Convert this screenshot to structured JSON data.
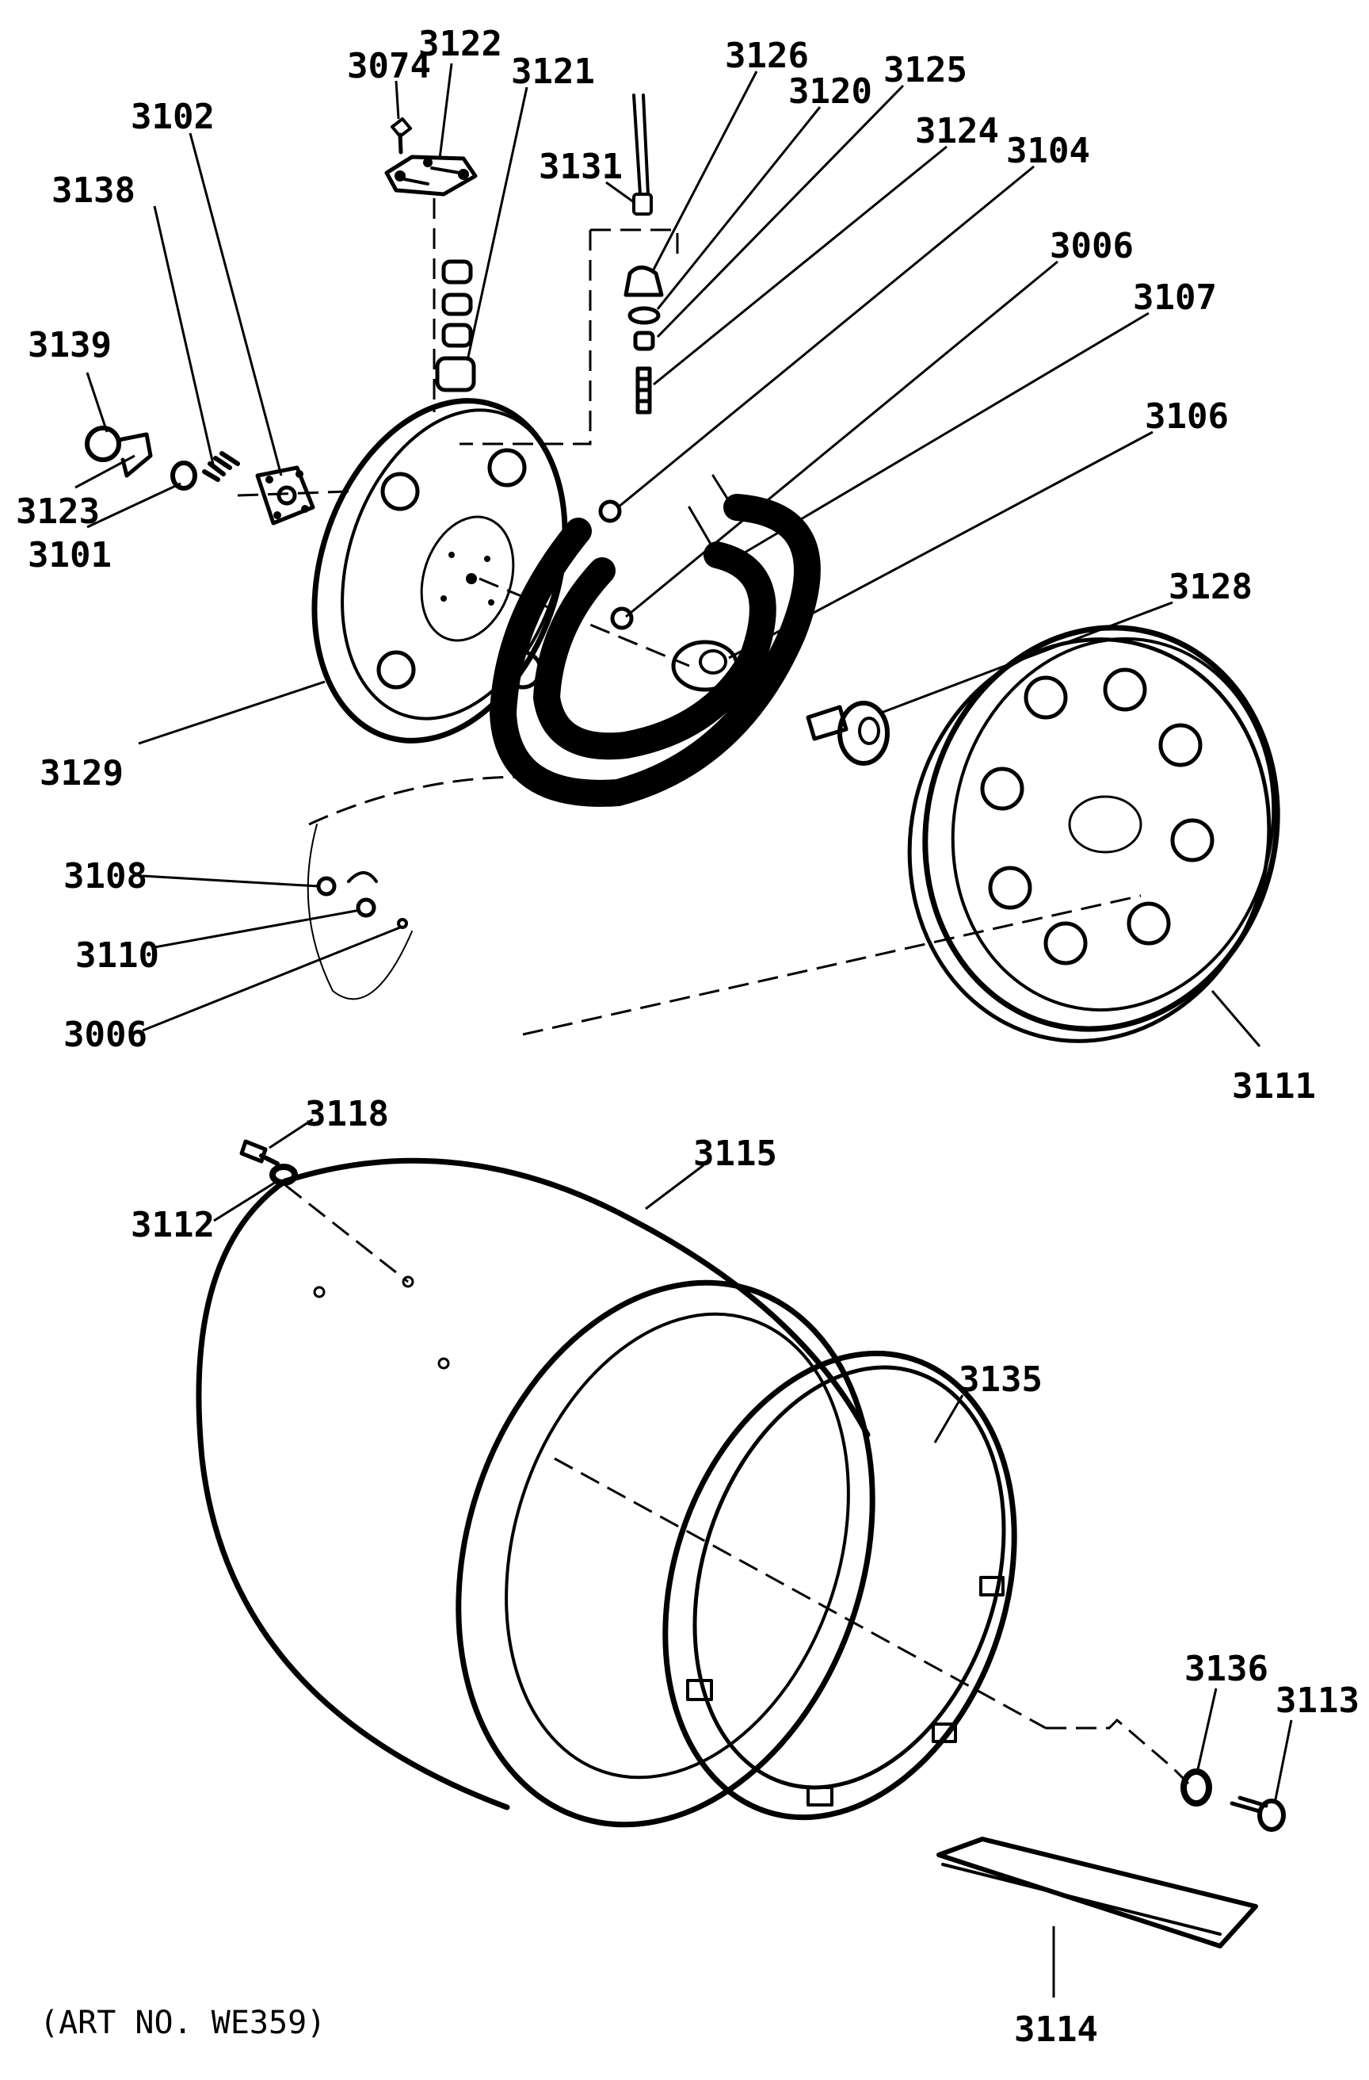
{
  "caption": "(ART NO. WE359)",
  "callouts": [
    {
      "id": "3074",
      "text": "3074"
    },
    {
      "id": "3122",
      "text": "3122"
    },
    {
      "id": "3121",
      "text": "3121"
    },
    {
      "id": "3126",
      "text": "3126"
    },
    {
      "id": "3120",
      "text": "3120"
    },
    {
      "id": "3125",
      "text": "3125"
    },
    {
      "id": "3102",
      "text": "3102"
    },
    {
      "id": "3131",
      "text": "3131"
    },
    {
      "id": "3124",
      "text": "3124"
    },
    {
      "id": "3104",
      "text": "3104"
    },
    {
      "id": "3138",
      "text": "3138"
    },
    {
      "id": "3006a",
      "text": "3006"
    },
    {
      "id": "3107",
      "text": "3107"
    },
    {
      "id": "3139",
      "text": "3139"
    },
    {
      "id": "3106",
      "text": "3106"
    },
    {
      "id": "3123",
      "text": "3123"
    },
    {
      "id": "3101",
      "text": "3101"
    },
    {
      "id": "3128",
      "text": "3128"
    },
    {
      "id": "3129",
      "text": "3129"
    },
    {
      "id": "3108",
      "text": "3108"
    },
    {
      "id": "3110",
      "text": "3110"
    },
    {
      "id": "3006b",
      "text": "3006"
    },
    {
      "id": "3111",
      "text": "3111"
    },
    {
      "id": "3118",
      "text": "3118"
    },
    {
      "id": "3115",
      "text": "3115"
    },
    {
      "id": "3112",
      "text": "3112"
    },
    {
      "id": "3135",
      "text": "3135"
    },
    {
      "id": "3136",
      "text": "3136"
    },
    {
      "id": "3113",
      "text": "3113"
    },
    {
      "id": "3114",
      "text": "3114"
    }
  ]
}
